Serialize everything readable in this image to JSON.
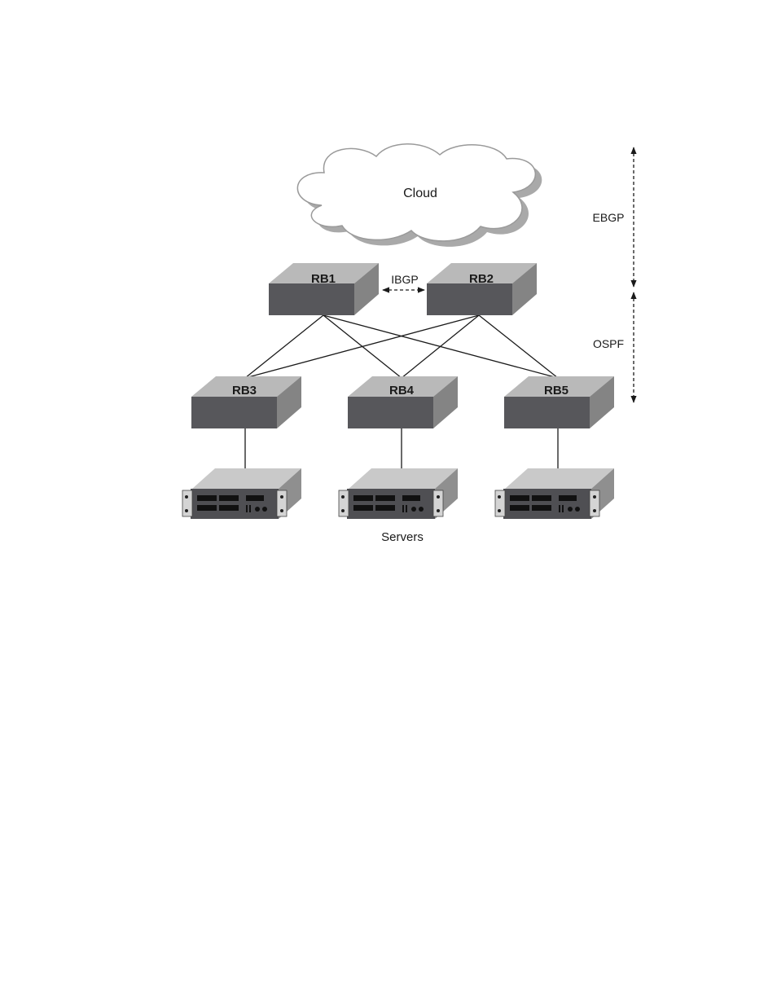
{
  "cloud": {
    "label": "Cloud"
  },
  "routers": {
    "rb1": "RB1",
    "rb2": "RB2",
    "rb3": "RB3",
    "rb4": "RB4",
    "rb5": "RB5"
  },
  "ibgp_label": "IBGP",
  "scale": {
    "ebgp": "EBGP",
    "ospf": "OSPF"
  },
  "servers_label": "Servers",
  "colors": {
    "switch_top": "#b9b9b9",
    "switch_side": "#848484",
    "switch_front": "#57575b",
    "cloud_fill": "#ffffff",
    "cloud_shadow": "#a9a9a9",
    "line": "#1a1a1a"
  }
}
